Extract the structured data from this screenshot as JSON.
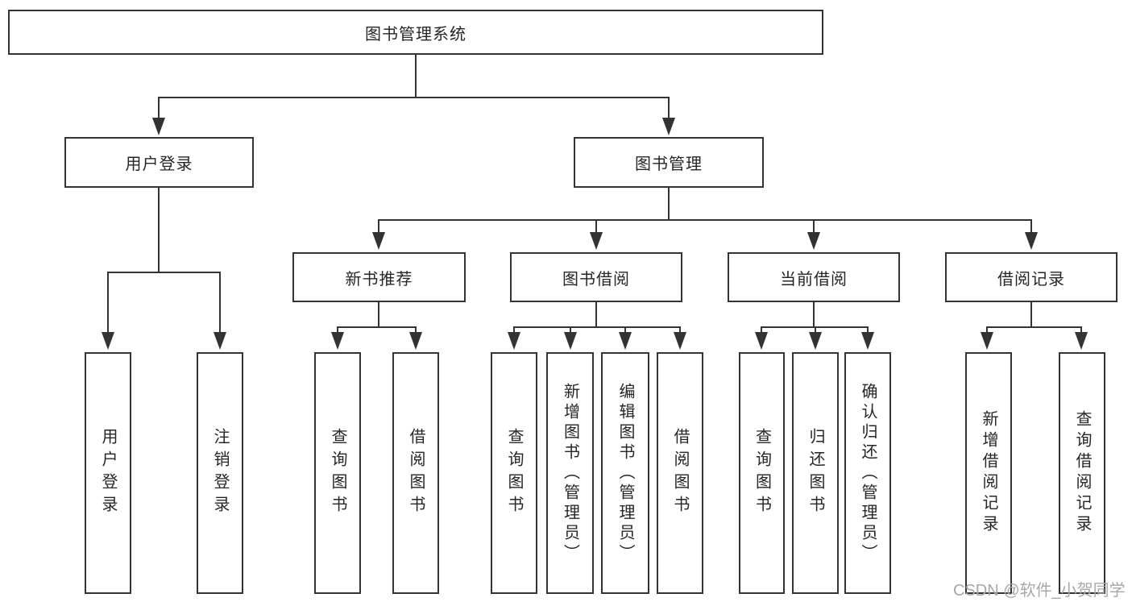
{
  "diagram": {
    "root": "图书管理系统",
    "branches": [
      {
        "label": "用户登录",
        "children": [
          "用户登录",
          "注销登录"
        ]
      },
      {
        "label": "图书管理",
        "groups": [
          {
            "label": "新书推荐",
            "children": [
              "查询图书",
              "借阅图书"
            ]
          },
          {
            "label": "图书借阅",
            "children": [
              "查询图书",
              "新增图书（管理员）",
              "编辑图书（管理员）",
              "借阅图书"
            ]
          },
          {
            "label": "当前借阅",
            "children": [
              "查询图书",
              "归还图书",
              "确认归还（管理员）"
            ]
          },
          {
            "label": "借阅记录",
            "children": [
              "新增借阅记录",
              "查询借阅记录"
            ]
          }
        ]
      }
    ]
  },
  "watermark": "CSDN @软件_小贺同学",
  "colors": {
    "line": "#333333",
    "text": "#262626",
    "watermark": "#a8a8a8",
    "background": "#ffffff"
  }
}
